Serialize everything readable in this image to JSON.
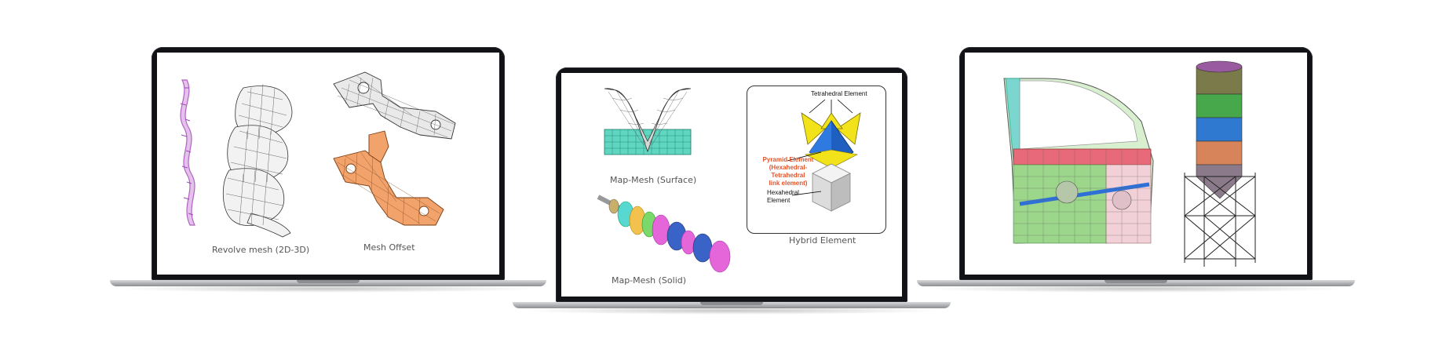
{
  "laptops": [
    {
      "captions": {
        "left": "Revolve mesh (2D-3D)",
        "right": "Mesh Offset"
      }
    },
    {
      "captions": {
        "top_left": "Map-Mesh (Surface)",
        "bottom_left": "Map-Mesh (Solid)",
        "right": "Hybrid Element"
      },
      "hybrid_labels": {
        "tetra": "Tetrahedral Element",
        "pyramid": "Pyramid Element\n(Hexahedral-Tetrahedral\nlink element)",
        "hexa": "Hexahedral\nElement"
      }
    },
    {
      "captions": {}
    }
  ],
  "colors": {
    "bezel": "#111216",
    "mesh_purple": "#c77fd1",
    "mesh_orange": "#e8a06a",
    "mesh_teal": "#5fd6c0",
    "pyramid_label": "#e2542a",
    "tetra_yellow": "#f2e21a",
    "hexa_blue": "#1e5fbf"
  },
  "icons": [
    "revolve-mesh-image",
    "offset-mesh-image",
    "map-mesh-surface-image",
    "map-mesh-solid-image",
    "hybrid-element-diagram",
    "car-door-mesh-image",
    "silo-mesh-image"
  ]
}
